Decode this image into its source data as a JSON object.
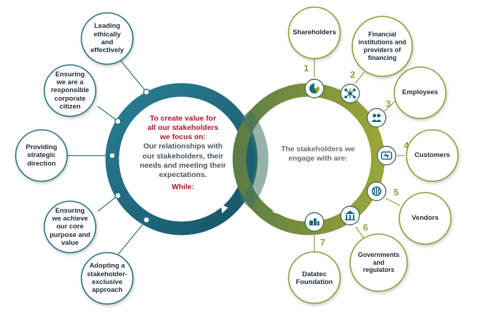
{
  "left_hub": {
    "heading_line1": "To create value for",
    "heading_line2": "all our stakeholders",
    "heading_line3": "we focus on:",
    "body_line1": "Our relationships with",
    "body_line2": "our stakeholders, their",
    "body_line3": "needs and meeting their",
    "body_line4": "expectations.",
    "while_label": "While:",
    "colors": {
      "ring": "#1e6b7d",
      "heading": "#b0162b"
    }
  },
  "right_hub": {
    "line1": "The stakeholders we",
    "line2": "engage with are:",
    "colors": {
      "ring": "#8a9a35"
    }
  },
  "focus_items": [
    {
      "lines": [
        "Leading",
        "ethically",
        "and",
        "effectively"
      ]
    },
    {
      "lines": [
        "Ensuring",
        "we are a",
        "responsible",
        "corporate",
        "citizen"
      ]
    },
    {
      "lines": [
        "Providing",
        "strategic",
        "direction"
      ]
    },
    {
      "lines": [
        "Ensuring",
        "we achieve",
        "our core",
        "purpose and",
        "value"
      ]
    },
    {
      "lines": [
        "Adopting a",
        "stakeholder-",
        "exclusive",
        "approach"
      ]
    }
  ],
  "stakeholders": [
    {
      "number": "1",
      "lines": [
        "Shareholders"
      ],
      "icon": "pie-chart-icon"
    },
    {
      "number": "2",
      "lines": [
        "Financial",
        "institutions and",
        "providers of",
        "financing"
      ],
      "icon": "network-icon"
    },
    {
      "number": "3",
      "lines": [
        "Employees"
      ],
      "icon": "people-icon"
    },
    {
      "number": "4",
      "lines": [
        "Customers"
      ],
      "icon": "handshake-icon"
    },
    {
      "number": "5",
      "lines": [
        "Vendors"
      ],
      "icon": "gear-icon"
    },
    {
      "number": "6",
      "lines": [
        "Governments",
        "and",
        "regulators"
      ],
      "icon": "government-building-icon"
    },
    {
      "number": "7",
      "lines": [
        "Datatec",
        "Foundation"
      ],
      "icon": "foundation-icon"
    }
  ]
}
